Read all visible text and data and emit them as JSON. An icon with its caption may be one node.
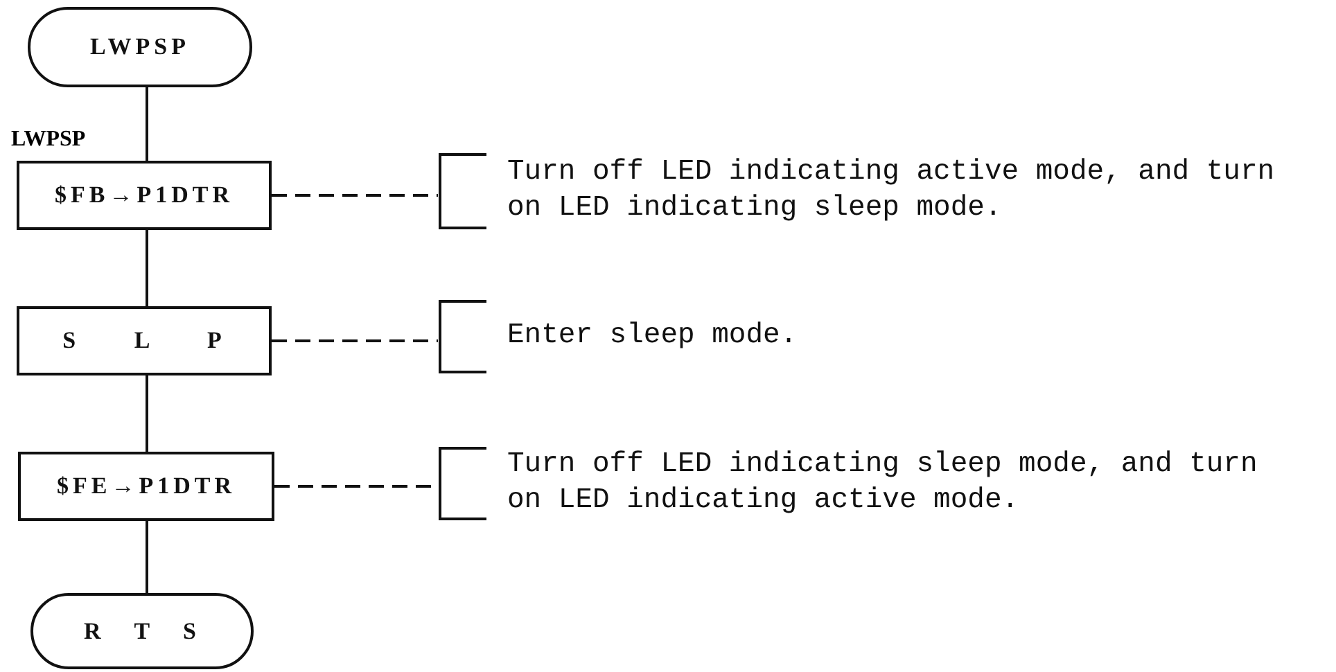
{
  "diagram": {
    "nodes": [
      {
        "text": [
          "LWPSP"
        ]
      },
      {
        "text": [
          "$FB→P1DTR"
        ],
        "beside": [
          "LWPSP"
        ]
      },
      {
        "text": [
          "S L P"
        ]
      },
      {
        "text": [
          "$FE→P1DTR"
        ]
      },
      {
        "text": [
          "R T S"
        ]
      },
      {
        "text": [
          "Turn off LED indicating active mode, and turn on LED indicating sleep mode."
        ]
      },
      {
        "text": [
          "Enter sleep mode."
        ]
      },
      {
        "text": [
          "Turn off LED indicating sleep mode, and turn on LED indicating active mode."
        ]
      }
    ],
    "edges": [
      {
        "from": 0,
        "to": 1,
        "arrow": "none"
      },
      {
        "from": 1,
        "to": 2,
        "arrow": "none"
      },
      {
        "from": 2,
        "to": 3,
        "arrow": "none"
      },
      {
        "from": 3,
        "to": 4,
        "arrow": "none"
      },
      {
        "from": 1,
        "to": 5,
        "arrow": "none",
        "style": "dashed"
      },
      {
        "from": 2,
        "to": 6,
        "arrow": "none",
        "style": "dashed"
      },
      {
        "from": 3,
        "to": 7,
        "arrow": "none",
        "style": "dashed"
      }
    ]
  }
}
